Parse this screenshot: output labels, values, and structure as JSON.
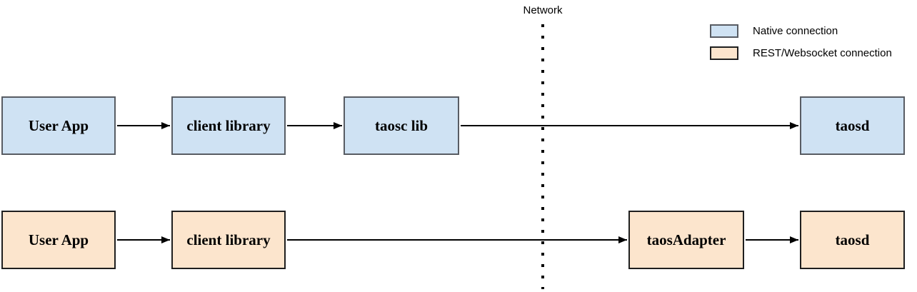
{
  "network_label": "Network",
  "legend": {
    "items": [
      {
        "id": "native",
        "label": "Native connection",
        "fill": "#cfe2f3",
        "border": "#585c63"
      },
      {
        "id": "rest",
        "label": "REST/Websocket connection",
        "fill": "#fce5cd",
        "border": "#1f1f1f"
      }
    ]
  },
  "flows": {
    "native": {
      "nodes": [
        {
          "label": "User App"
        },
        {
          "label": "client library"
        },
        {
          "label": "taosc lib"
        },
        {
          "label": "taosd"
        }
      ]
    },
    "rest": {
      "nodes": [
        {
          "label": "User App"
        },
        {
          "label": "client library"
        },
        {
          "label": "taosAdapter"
        },
        {
          "label": "taosd"
        }
      ]
    }
  },
  "colors": {
    "native_fill": "#cfe2f3",
    "rest_fill": "#fce5cd",
    "connector": "#000000",
    "background": "#ffffff"
  }
}
